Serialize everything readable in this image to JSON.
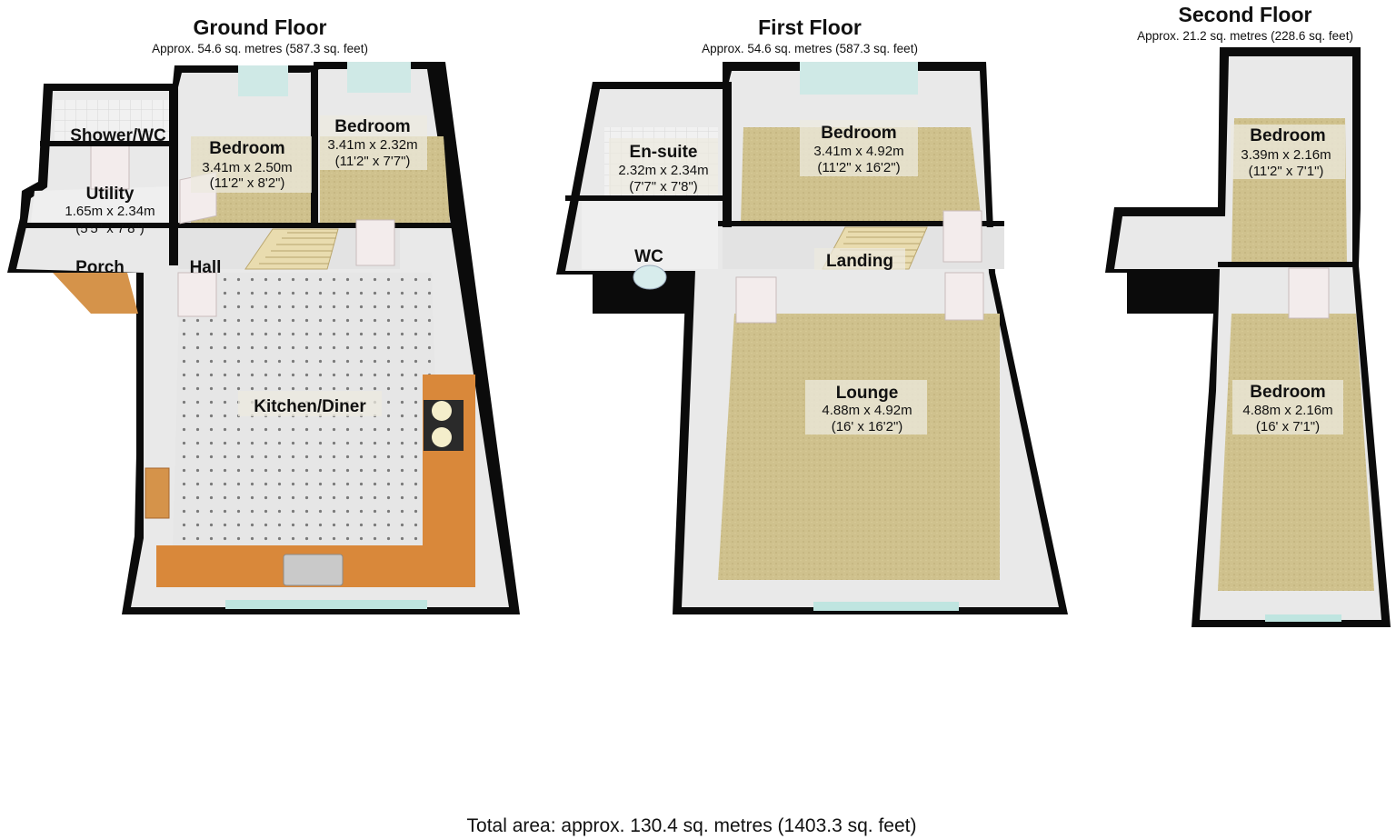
{
  "colors": {
    "wall": "#0a0a0a",
    "wall_inner": "#e6e6e6",
    "carpet": "#cdbf8a",
    "tile": "#e4e4e4",
    "worktop": "#d9883a",
    "door": "#f4ecec",
    "window": "#bfe5e0",
    "stairs": "#e9dcaf",
    "porch_floor": "#d5934a"
  },
  "floors": [
    {
      "title": "Ground Floor",
      "area": "Approx. 54.6 sq. metres (587.3 sq. feet)",
      "rooms": [
        {
          "name": "Shower/WC",
          "dim1": "",
          "dim2": ""
        },
        {
          "name": "Bedroom",
          "dim1": "3.41m x 2.50m",
          "dim2": "(11'2\" x 8'2\")"
        },
        {
          "name": "Bedroom",
          "dim1": "3.41m x 2.32m",
          "dim2": "(11'2\" x 7'7\")"
        },
        {
          "name": "Utility",
          "dim1": "1.65m x 2.34m",
          "dim2": "(5'5\" x 7'8\")"
        },
        {
          "name": "Porch",
          "dim1": "",
          "dim2": ""
        },
        {
          "name": "Hall",
          "dim1": "",
          "dim2": ""
        },
        {
          "name": "Kitchen/Diner",
          "dim1": "",
          "dim2": ""
        }
      ]
    },
    {
      "title": "First Floor",
      "area": "Approx. 54.6 sq. metres (587.3 sq. feet)",
      "rooms": [
        {
          "name": "En-suite",
          "dim1": "2.32m x 2.34m",
          "dim2": "(7'7\" x 7'8\")"
        },
        {
          "name": "Bedroom",
          "dim1": "3.41m x 4.92m",
          "dim2": "(11'2\" x 16'2\")"
        },
        {
          "name": "WC",
          "dim1": "",
          "dim2": ""
        },
        {
          "name": "Landing",
          "dim1": "",
          "dim2": ""
        },
        {
          "name": "Lounge",
          "dim1": "4.88m x 4.92m",
          "dim2": "(16' x 16'2\")"
        }
      ]
    },
    {
      "title": "Second Floor",
      "area": "Approx. 21.2 sq. metres (228.6 sq. feet)",
      "rooms": [
        {
          "name": "Bedroom",
          "dim1": "3.39m x 2.16m",
          "dim2": "(11'2\" x 7'1\")"
        },
        {
          "name": "Bedroom",
          "dim1": "4.88m x 2.16m",
          "dim2": "(16' x 7'1\")"
        }
      ]
    }
  ],
  "total_area": "Total area: approx. 130.4 sq. metres (1403.3 sq. feet)"
}
